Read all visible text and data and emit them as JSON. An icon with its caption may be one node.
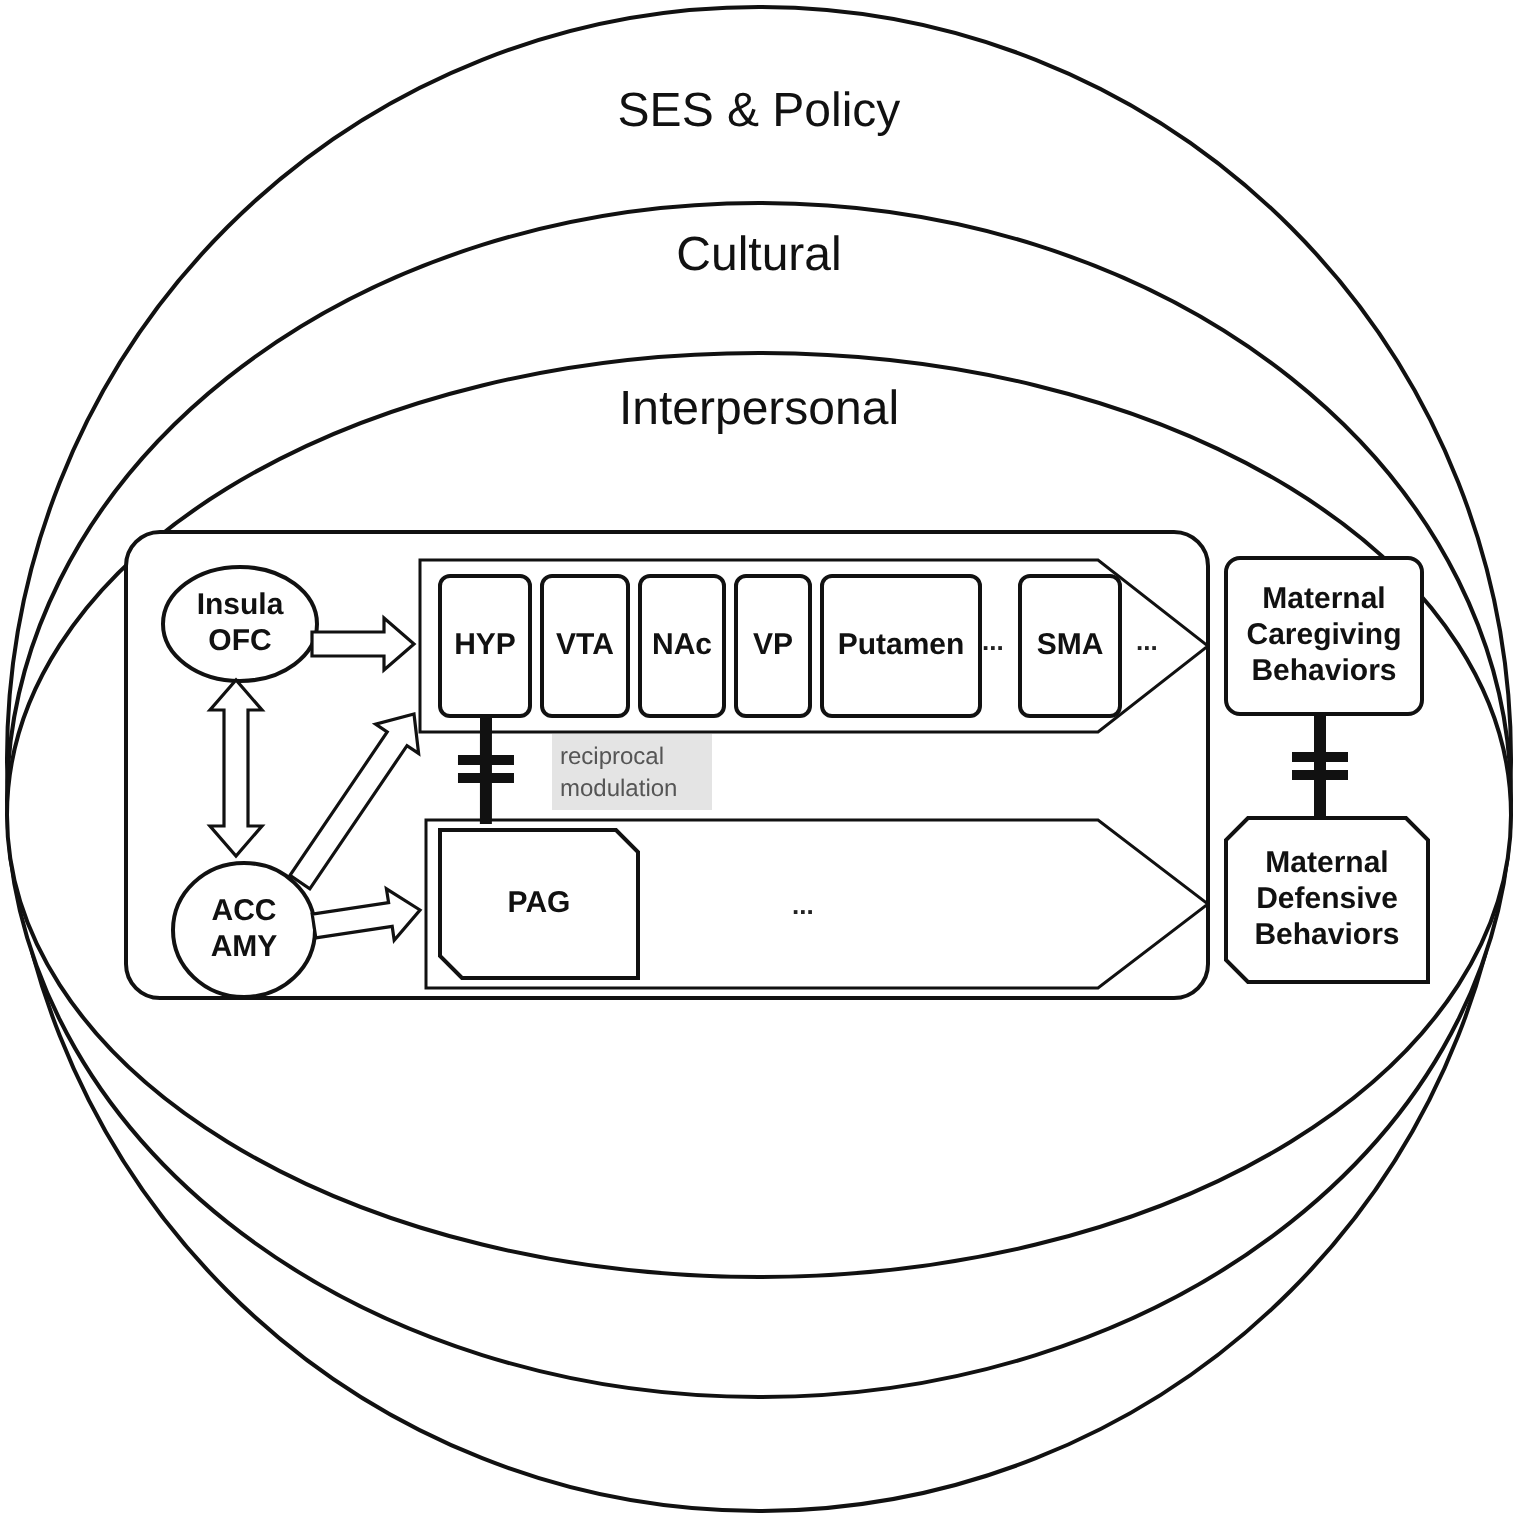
{
  "diagram": {
    "nodes": [
      {
        "text": [
          "SES & Policy"
        ]
      },
      {
        "text": [
          "Cultural"
        ],
        "in": 0
      },
      {
        "text": [
          "Interpersonal"
        ],
        "in": 1
      },
      {
        "text": [],
        "shape": "box",
        "in": 2
      },
      {
        "text": [
          "Insula OFC"
        ],
        "in": 3
      },
      {
        "text": [
          "ACC AMY"
        ],
        "in": 3
      },
      {
        "text": [],
        "shape": "pentagon",
        "in": 3
      },
      {
        "text": [
          "HYP"
        ],
        "in": 6
      },
      {
        "text": [
          "VTA"
        ],
        "in": 6
      },
      {
        "text": [
          "NAc"
        ],
        "in": 6
      },
      {
        "text": [
          "VP"
        ],
        "in": 6
      },
      {
        "text": [
          "Putamen"
        ],
        "in": 6
      },
      {
        "text": [
          "SMA"
        ],
        "in": 6
      },
      {
        "text": [],
        "shape": "pentagon",
        "in": 3
      },
      {
        "text": [
          "PAG"
        ],
        "in": 13
      },
      {
        "text": [
          "Maternal Caregiving Behaviors"
        ],
        "in": 2
      },
      {
        "text": [
          "Maternal Defensive Behaviors"
        ],
        "in": 2
      }
    ],
    "edges": [
      {
        "from": 4,
        "to": 6,
        "arrow": "to"
      },
      {
        "from": 4,
        "to": 5,
        "arrow": "both"
      },
      {
        "from": 5,
        "to": 6,
        "arrow": "to"
      },
      {
        "from": 5,
        "to": 13,
        "arrow": "to"
      },
      {
        "from": 7,
        "to": 14,
        "arrow": "none"
      },
      {
        "from": 15,
        "to": 16,
        "arrow": "none"
      }
    ],
    "labels": [
      "...",
      "...",
      "reciprocal modulation",
      "..."
    ]
  }
}
